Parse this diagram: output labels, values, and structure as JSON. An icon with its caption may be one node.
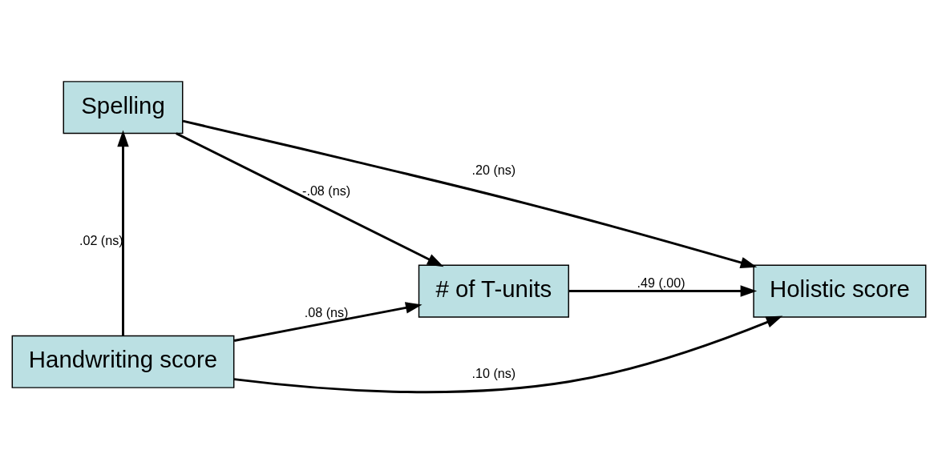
{
  "diagram": {
    "nodes": [
      {
        "text": [
          "Spelling"
        ]
      },
      {
        "text": [
          "# of T-units"
        ]
      },
      {
        "text": [
          "Holistic score"
        ]
      },
      {
        "text": [
          "Handwriting score"
        ]
      }
    ],
    "edges": [
      {
        "from": 3,
        "to": 0,
        "arrow": "to",
        "label": ".02 (ns)"
      },
      {
        "from": 0,
        "to": 2,
        "arrow": "to",
        "label": ".20 (ns)"
      },
      {
        "from": 0,
        "to": 1,
        "arrow": "to",
        "label": "-.08 (ns)"
      },
      {
        "from": 1,
        "to": 2,
        "arrow": "to",
        "label": ".49 (.00)"
      },
      {
        "from": 3,
        "to": 1,
        "arrow": "to",
        "label": ".08 (ns)"
      },
      {
        "from": 3,
        "to": 2,
        "arrow": "to",
        "label": ".10 (ns)"
      }
    ]
  }
}
